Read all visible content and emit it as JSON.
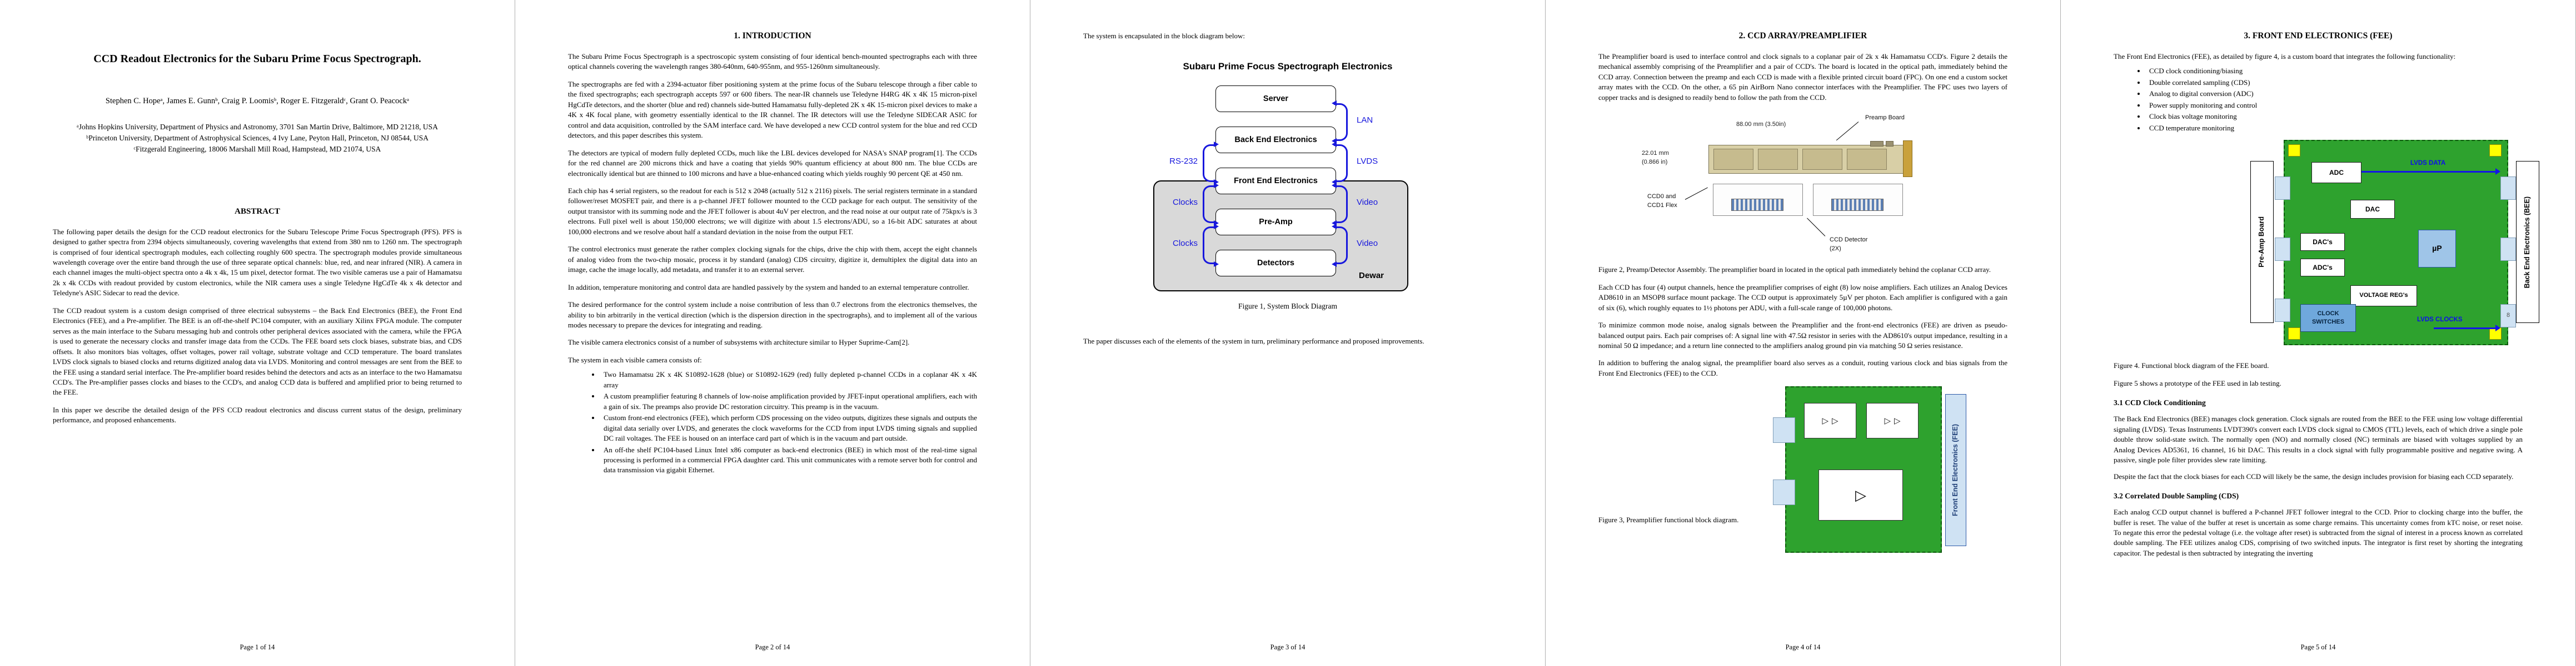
{
  "colors": {
    "accent_blue": "#1717dd",
    "board_green": "#2ea22e",
    "dewar_gray": "#d9d9d9",
    "connector_blue": "#cfe2f3",
    "chip_blue": "#9fc5e8",
    "switch_blue": "#6fa8dc",
    "yellow": "#ffff00",
    "preamp_tan": "#d8cfa6",
    "gold": "#c9a13b"
  },
  "icons": {
    "opamp": "▷"
  },
  "p1": {
    "title": "CCD Readout Electronics for the Subaru Prime Focus Spectrograph.",
    "authors": "Stephen C. Hopeᵃ, James E. Gunnᵇ, Craig P. Loomisᵇ, Roger E. Fitzgeraldᶜ, Grant O. Peacockᵃ",
    "affiliations": [
      "ᵃJohns Hopkins University, Department of Physics and Astronomy, 3701 San  Martin Drive, Baltimore, MD 21218, USA",
      "ᵇPrinceton University, Department of Astrophysical Sciences, 4 Ivy Lane, Peyton Hall, Princeton, NJ 08544, USA",
      "ᶜFitzgerald Engineering, 18006 Marshall Mill Road, Hampstead, MD 21074, USA"
    ],
    "abstract_heading": "ABSTRACT",
    "abstract": [
      "The following paper details the design for the CCD readout electronics for the Subaru Telescope Prime Focus Spectrograph (PFS).  PFS is designed to gather spectra from 2394 objects simultaneously, covering wavelengths that extend from 380 nm to 1260 nm.  The spectrograph is comprised of four identical spectrograph modules, each collecting roughly 600 spectra. The spectrograph modules provide simultaneous wavelength coverage over the entire band through the use of three separate optical channels: blue, red, and near infrared (NIR).  A camera in each channel images the multi-object spectra onto a 4k x 4k, 15 um pixel, detector format.   The two visible cameras use a pair of Hamamatsu 2k x 4k CCDs with readout provided by custom electronics, while the NIR camera uses a single Teledyne HgCdTe 4k x 4k detector and Teledyne's ASIC Sidecar to read the device.",
      "The CCD readout system is a custom design comprised of three electrical subsystems – the Back End Electronics (BEE), the Front End Electronics (FEE), and a Pre-amplifier.  The BEE is an off-the-shelf PC104 computer, with an auxiliary Xilinx FPGA module. The computer serves as the main interface to the Subaru messaging hub and controls other peripheral devices associated with the camera, while the FPGA is used to generate the necessary clocks and transfer image data from the CCDs.  The FEE board sets clock biases, substrate bias, and CDS offsets.  It also monitors bias voltages, offset voltages, power rail voltage, substrate voltage and CCD temperature.  The board translates LVDS clock signals to biased clocks and returns digitized analog data via LVDS.  Monitoring and control messages are sent from the BEE to the FEE using a standard serial interface.  The Pre-amplifier board resides behind the detectors and acts as an interface to the two Hamamatsu CCD's.  The Pre-amplifier passes clocks and biases to the CCD's, and analog CCD data is buffered and amplified prior to being returned to the FEE.",
      "In this paper we describe the detailed design of the PFS CCD readout electronics and discuss current status of the design, preliminary performance, and proposed enhancements."
    ],
    "page_number": "Page 1 of 14"
  },
  "p2": {
    "heading": "1. INTRODUCTION",
    "paras": [
      "The Subaru Prime Focus Spectrograph is a spectroscopic system consisting of four identical bench-mounted spectrographs each with three optical channels covering the wavelength ranges 380-640nm, 640-955nm, and 955-1260nm simultaneously.",
      "The spectrographs are fed with a 2394-actuator fiber positioning system at the prime focus of the Subaru telescope through a fiber cable to the fixed spectrographs; each spectrograph accepts 597 or 600 fibers.  The near-IR channels use Teledyne H4RG 4K x 4K 15 micron-pixel HgCdTe detectors, and the shorter (blue and red) channels side-butted Hamamatsu fully-depleted 2K x 4K 15-micron pixel devices to make a 4K x 4K focal plane, with geometry essentially identical to the IR channel.  The IR detectors will use the Teledyne SIDECAR ASIC for control and data acquisition, controlled by the SAM interface card.  We have developed a new CCD control system for the blue and red CCD detectors, and this paper describes this system.",
      "The detectors are typical of modern fully depleted CCDs, much like the LBL devices developed for NASA's SNAP program[1]. The CCDs for the red channel are 200 microns thick and have a coating that yields 90% quantum efficiency at about 800 nm.  The blue CCDs are electronically identical but are thinned to 100 microns and have a blue-enhanced coating which yields roughly 90 percent QE at 450 nm.",
      "Each chip has 4 serial registers, so the readout for each is 512 x 2048 (actually 512 x 2116) pixels.  The serial registers terminate in a standard follower/reset MOSFET pair, and there is a p-channel JFET follower mounted to the CCD package for each output.  The sensitivity of the output transistor with its summing node and the JFET follower is about 4uV per electron, and the read noise at our output rate of 75kpx/s is 3 electrons.  Full pixel well is about 150,000 electrons; we will digitize with about 1.5 electrons/ADU, so a 16-bit ADC saturates at about 100,000 electrons and we resolve about half a standard deviation in the noise from the output FET.",
      "The control electronics must generate the rather complex clocking signals for the chips, drive the chip with them, accept the eight channels of analog video from the two-chip mosaic, process it by standard (analog) CDS circuitry, digitize it, demultiplex the digital data into an image, cache the image locally, add metadata, and transfer it to an external server.",
      "In addition, temperature monitoring and control data are handled passively by the system and handed to an external temperature controller.",
      "The desired performance for the control system include a noise contribution of less than 0.7 electrons from the electronics themselves, the ability to bin arbitrarily in the vertical direction (which is the dispersion direction in the spectrographs), and to implement all of the various modes necessary to prepare the devices for integrating and reading.",
      "The visible camera electronics consist of a number of subsystems with architecture similar to Hyper Suprime-Cam[2].",
      "The system in each visible camera consists of:"
    ],
    "bullets": [
      "Two Hamamatsu 2K x 4K S10892-1628 (blue) or S10892-1629 (red) fully depleted p-channel CCDs in a coplanar 4K x 4K array",
      "A custom preamplifier featuring 8 channels of low-noise amplification provided by JFET-input operational amplifiers, each with a gain of six. The preamps also provide DC restoration circuitry. This preamp is in the vacuum.",
      "Custom front-end electronics (FEE), which perform CDS processing on the video outputs, digitizes these signals and outputs the digital data serially over LVDS, and generates the clock waveforms for the CCD from input LVDS timing signals and supplied DC rail voltages. The FEE is housed on an interface card part of which is in the vacuum and part outside.",
      "An off-the shelf PC104-based Linux Intel x86 computer as back-end electronics (BEE) in which most of the real-time signal processing is performed in a commercial FPGA daughter card. This unit communicates with a remote server both for control and data transmission via gigabit Ethernet."
    ],
    "page_number": "Page 2 of 14"
  },
  "p3": {
    "intro": "The system is encapsulated in the block diagram below:",
    "fig1": {
      "title": "Subaru Prime Focus Spectrograph Electronics",
      "boxes": [
        "Server",
        "Back End Electronics",
        "Front End Electronics",
        "Pre-Amp",
        "Detectors"
      ],
      "labels": {
        "lan": "LAN",
        "lvds": "LVDS",
        "rs232": "RS-232",
        "clocks1": "Clocks",
        "video1": "Video",
        "clocks2": "Clocks",
        "video2": "Video",
        "dewar": "Dewar"
      },
      "caption": "Figure 1, System Block Diagram"
    },
    "outro": "The paper discusses each of the elements of the system in turn, preliminary performance and proposed improvements.",
    "page_number": "Page 3 of 14"
  },
  "p4": {
    "heading": "2. CCD ARRAY/PREAMPLIFIER",
    "para1": "The Preamplifier board is used to interface control and clock signals to a coplanar pair of 2k x 4k Hamamatsu CCD's. Figure 2 details the mechanical assembly comprising of the Preamplifier and a pair of CCD's. The board is located in the optical path, immediately behind the CCD array. Connection between the preamp and each CCD is made with a flexible printed circuit board (FPC). On one end a custom socket array mates with the CCD. On the other, a 65 pin AirBorn Nano connector interfaces with the Preamplifier. The FPC uses two layers of copper tracks and is designed to readily bend to follow the path from the CCD.",
    "fig2": {
      "dim_top": "88.00 mm (3.50in)",
      "dim_left": "22.01 mm (0.866 in)",
      "preamp_label": "Preamp Board",
      "flex_label": "CCD0  and CCD1 Flex",
      "detector_label": "CCD Detector (2X)",
      "caption": "Figure 2, Preamp/Detector Assembly. The preamplifier board in located in the optical path immediately behind the coplanar CCD array."
    },
    "para2": "Each CCD has four (4) output channels, hence the preamplifier comprises of eight (8) low noise amplifiers. Each utilizes an Analog Devices AD8610 in an MSOP8 surface mount package. The CCD output is approximately 5µV per photon. Each amplifier is configured with a gain of six (6), which roughly equates to 1½ photons per ADU, with a full-scale range of 100,000 photons.",
    "para3": "To minimize common mode noise, analog signals between the Preamplifier and the front-end electronics (FEE) are driven as pseudo-balanced output pairs. Each pair comprises of: A signal line with 47.5Ω resistor in series with the AD8610's output impedance, resulting in a nominal 50 Ω impedance; and a return line connected to the amplifiers analog ground pin via matching 50 Ω series resistance.",
    "para4": "In addition to buffering the analog signal, the preamplifier board also serves as a conduit, routing various clock and bias signals from the Front End Electronics (FEE) to the CCD.",
    "fig3": {
      "fee_label": "Front End Electronics (FEE)",
      "caption": "Figure 3, Preamplifier functional block diagram."
    },
    "page_number": "Page 4 of 14"
  },
  "p5": {
    "heading": "3. FRONT END ELECTRONICS (FEE)",
    "para1": "The Front End Electronics (FEE), as detailed by figure 4, is a custom board that integrates the following functionality:",
    "bullets": [
      "CCD clock conditioning/biasing",
      "Double correlated sampling (CDS)",
      "Analog to digital conversion (ADC)",
      "Power supply monitoring and control",
      "Clock bias voltage monitoring",
      "CCD temperature monitoring"
    ],
    "fig4": {
      "preamp_side": "Pre-Amp Board",
      "bee_side": "Back End Electronics (BEE)",
      "adc": "ADC",
      "dac": "DAC",
      "dacs": "DAC's",
      "adcs": "ADC's",
      "up": "µP",
      "vreg": "VOLTAGE REG's",
      "clock_switches": "CLOCK SWITCHES",
      "lvds_data": "LVDS DATA",
      "lvds_clocks": "LVDS CLOCKS",
      "conn8": "8",
      "caption": "Figure 4. Functional block diagram of the FEE board."
    },
    "para2": "Figure 5 shows a prototype of the FEE used in lab testing.",
    "h31": "3.1 CCD Clock Conditioning",
    "para31a": "The Back End Electronics (BEE) manages clock generation. Clock signals are routed from the BEE to the FEE using low voltage differential signaling (LVDS). Texas Instruments LVDT390's convert each LVDS clock signal to CMOS (TTL) levels, each of which drive a single pole double throw solid-state switch. The normally open (NO) and normally closed (NC) terminals are biased with voltages supplied by an Analog Devices AD5361, 16 channel, 16 bit DAC. This results in a clock signal with fully programmable positive and negative swing. A passive, single pole filter provides slew rate limiting.",
    "para31b": "Despite the fact that the clock biases for each CCD will likely be the same, the design includes provision for biasing each CCD separately.",
    "h32": "3.2 Correlated Double Sampling (CDS)",
    "para32": "Each analog CCD output channel is buffered a P-channel JFET follower integral to the CCD. Prior to clocking charge into the buffer, the buffer is reset. The value of the buffer at reset is uncertain as some charge remains. This uncertainty comes from kTC noise, or reset noise. To negate this error the pedestal voltage (i.e. the voltage after reset) is subtracted from the signal of interest in a process known as correlated double sampling. The FEE utilizes analog CDS, comprising of two switched inputs. The integrator is first reset by shorting the integrating capacitor. The pedestal is then subtracted by integrating the inverting",
    "page_number": "Page 5 of 14"
  }
}
